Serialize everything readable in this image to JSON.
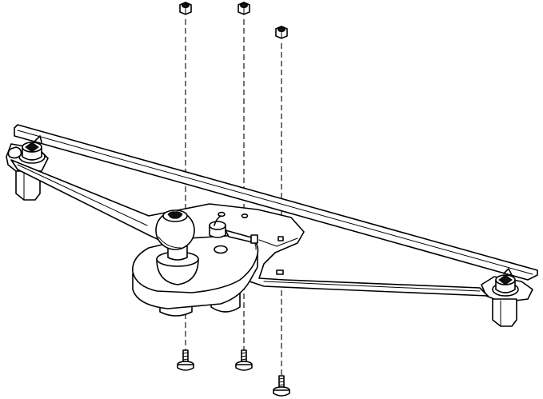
{
  "figure": {
    "subject": "exploded-assembly-drawing",
    "stroke_color": "#000000",
    "background_color": "#ffffff",
    "parts": {
      "nuts": 3,
      "bolts": 3,
      "hitch_ball": 1,
      "cross_bar": 1,
      "corner_clamps": 2
    }
  }
}
